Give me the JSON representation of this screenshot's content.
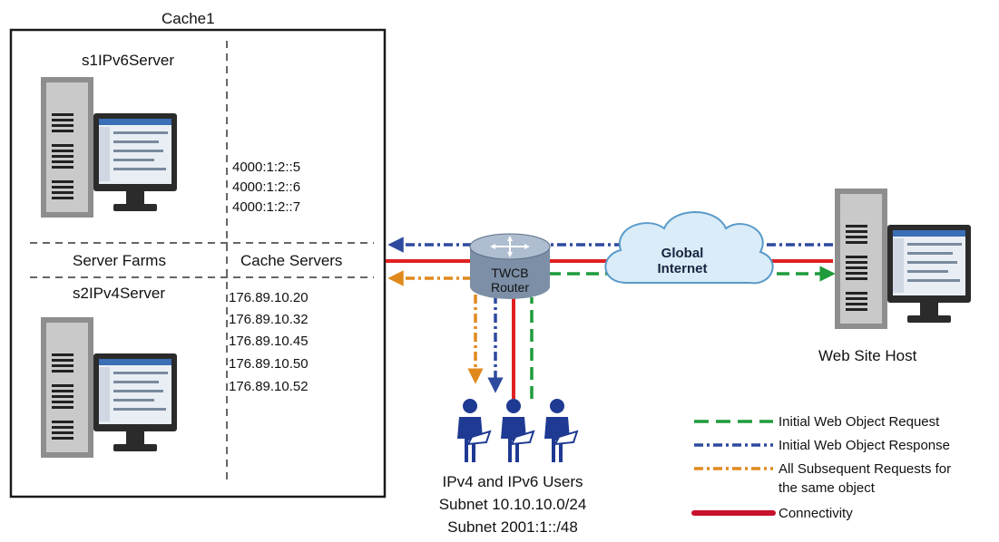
{
  "cache_box": {
    "title": "Cache1",
    "top_server": "s1IPv6Server",
    "bottom_server": "s2IPv4Server",
    "server_farms_label": "Server Farms",
    "cache_servers_label": "Cache Servers",
    "ipv6_addresses": [
      "4000:1:2::5",
      "4000:1:2::6",
      "4000:1:2::7"
    ],
    "ipv4_addresses": [
      "176.89.10.20",
      "176.89.10.32",
      "176.89.10.45",
      "176.89.10.50",
      "176.89.10.52"
    ]
  },
  "router": {
    "line1": "TWCB",
    "line2": "Router"
  },
  "cloud": {
    "line1": "Global",
    "line2": "Internet"
  },
  "web_host": {
    "label": "Web Site Host"
  },
  "users": {
    "line1": "IPv4 and IPv6 Users",
    "line2": "Subnet 10.10.10.0/24",
    "line3": "Subnet 2001:1::/48"
  },
  "legend": [
    {
      "label": "Initial Web Object Request",
      "color": "#1e9b3c",
      "style": "dashed"
    },
    {
      "label": "Initial Web Object Response",
      "color": "#2e4a9e",
      "style": "dash-dot"
    },
    {
      "label": "All Subsequent Requests for",
      "label2": "the same object",
      "color": "#e08a1e",
      "style": "dash-dot"
    },
    {
      "label": "Connectivity",
      "color": "#e02020",
      "style": "solid"
    }
  ],
  "colors": {
    "request": "#1e9b3c",
    "response": "#2e4a9e",
    "subsequent": "#e08a1e",
    "connectivity": "#e02020",
    "legend_connectivity": "#c8102e"
  }
}
